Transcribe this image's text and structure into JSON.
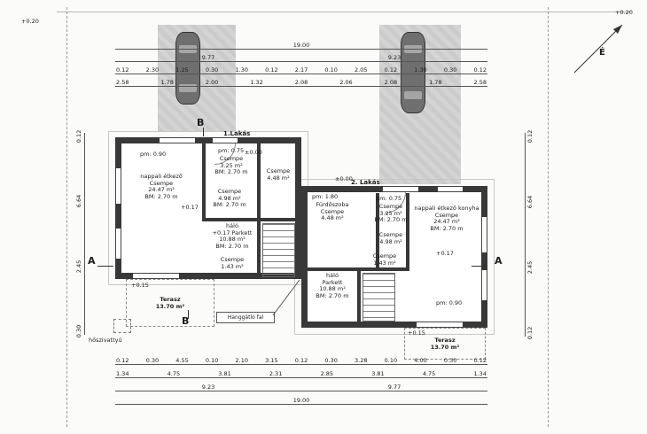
{
  "annotations": {
    "north_label": "É",
    "level_top_left": "+0.20",
    "level_top_right": "+0.20",
    "party_wall_note": "Hanggátló fal",
    "heat_pump_note": "hőszivattyú",
    "section_a": "A",
    "section_b": "B"
  },
  "apt1": {
    "title": "1.Lakás",
    "entry_level": "±0.00",
    "living": {
      "name": "nappali étkező",
      "finish": "Csempe",
      "area": "24.47 m²",
      "height": "BM: 2.70 m",
      "level": "+0.17",
      "parapet": "pm: 0.90"
    },
    "wc": {
      "parapet": "pm: 0.75",
      "finish": "Csempe",
      "area": "3.25 m²",
      "height": "BM: 2.70 m"
    },
    "bath": {
      "finish": "Csempe",
      "area": "4.48 m²"
    },
    "hall": {
      "finish": "Csempe",
      "area": "4.98 m²",
      "height": "BM: 2.70 m"
    },
    "bedroom": {
      "name": "háló",
      "level": "+0.17",
      "finish": "Parkett",
      "area": "10.88 m²",
      "height": "BM: 2.70 m"
    },
    "store": {
      "finish": "Csempe",
      "area": "1.43 m²"
    },
    "terrace": {
      "name": "Terasz",
      "area": "13.70 m²",
      "level": "+0.15"
    }
  },
  "apt2": {
    "title": "2. Lakás",
    "entry_level": "±0.00",
    "bath": {
      "name": "Fürdőszoba",
      "parapet": "pm: 1.80",
      "finish": "Csempe",
      "area": "4.48 m²"
    },
    "wc": {
      "parapet": "pm: 0.75",
      "finish": "Csempe",
      "area": "3.25 m²",
      "height": "BM: 2.70 m"
    },
    "living": {
      "name": "nappali étkező konyha",
      "finish": "Csempe",
      "area": "24.47 m²",
      "height": "BM: 2.70 m",
      "level": "+0.17",
      "parapet": "pm: 0.90"
    },
    "hall": {
      "finish": "Csempe",
      "area": "4.98 m²",
      "height": "BM: 2.70 m"
    },
    "bedroom": {
      "name": "háló",
      "finish": "Parkett",
      "area": "10.88 m²",
      "height": "BM: 2.70 m"
    },
    "store": {
      "finish": "Csempe",
      "area": "1.43 m²"
    },
    "terrace": {
      "name": "Terasz",
      "area": "13.70 m²",
      "level": "+0.15"
    }
  },
  "dims": {
    "top_total": "19.00",
    "top_left": "9.77",
    "top_right": "9.23",
    "bottom_left": "9.23",
    "bottom_right": "9.77",
    "bottom_total": "19.00",
    "top_row_detail": [
      "0.12",
      "2.30",
      "1.25",
      "0.30",
      "1.30",
      "0.12",
      "2.17",
      "0.10",
      "2.05",
      "0.12",
      "1.30",
      "0.30",
      "0.12"
    ],
    "top_row_openings": [
      "2.58",
      "1.78",
      "2.00",
      "1.32",
      "2.08",
      "2.06",
      "2.08",
      "1.78",
      "2.58"
    ],
    "bottom_row_detail": [
      "0.12",
      "0.30",
      "4.55",
      "0.10",
      "2.10",
      "3.15",
      "0.12",
      "0.30",
      "3.28",
      "0.10",
      "4.00",
      "0.30",
      "0.12"
    ],
    "bottom_row_rooms": [
      "1.34",
      "4.75",
      "3.81",
      "2.31",
      "2.85",
      "3.81",
      "4.75",
      "1.34"
    ],
    "left_col": [
      "0.12",
      "6.64",
      "2.45",
      "0.30"
    ],
    "right_col": [
      "0.12",
      "6.64",
      "2.45",
      "0.12"
    ]
  }
}
